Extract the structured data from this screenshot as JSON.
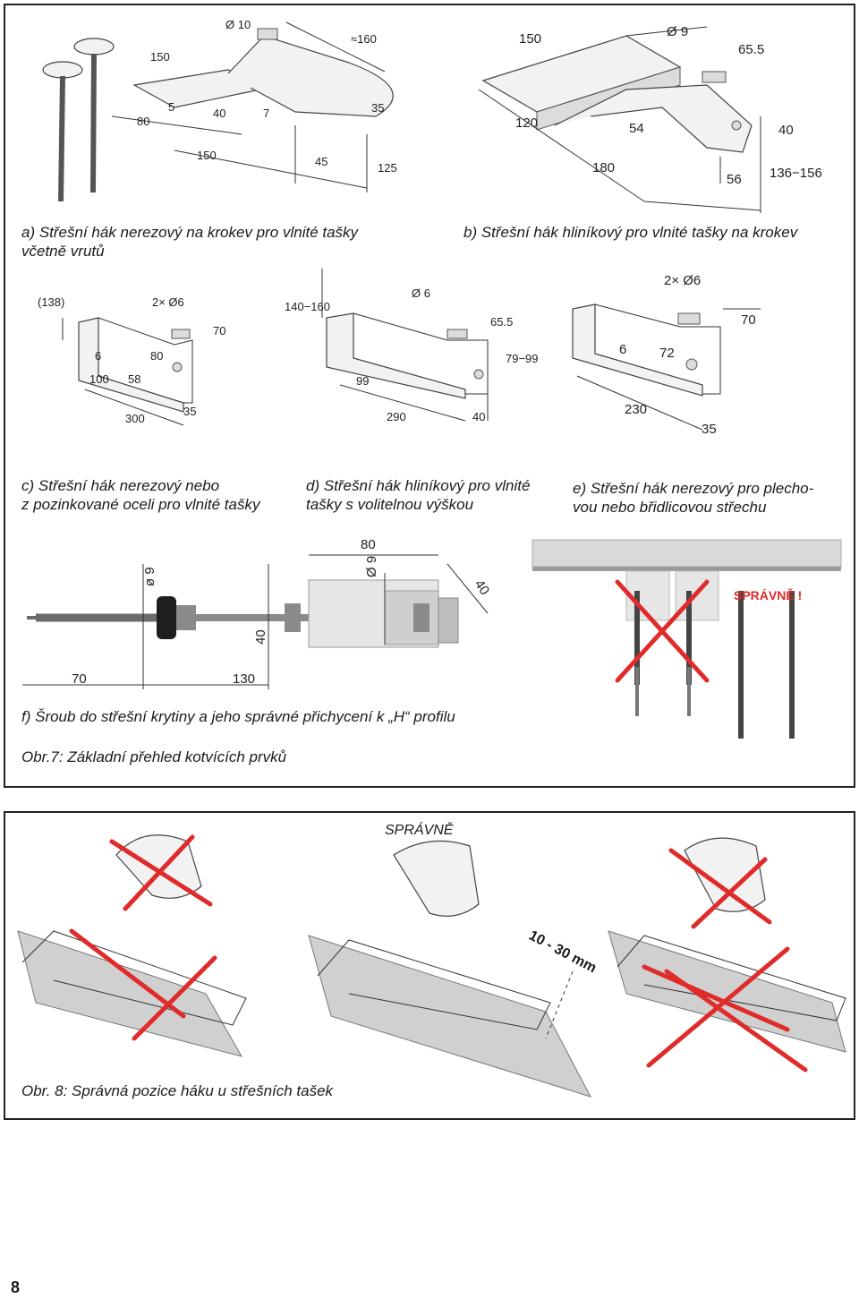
{
  "figure_a": {
    "dims": [
      "Ø 10",
      "≈160",
      "150",
      "80",
      "5",
      "40",
      "7",
      "35",
      "150",
      "45",
      "125"
    ],
    "caption_line1": "a) Střešní hák nerezový na krokev pro vlnité tašky",
    "caption_line2": "včetně vrutů"
  },
  "figure_b": {
    "dims": [
      "150",
      "Ø 9",
      "65.5",
      "120",
      "54",
      "40",
      "180",
      "56",
      "136−156"
    ],
    "caption": "b) Střešní hák hliníkový pro vlnité tašky na krokev"
  },
  "figure_c": {
    "dims": [
      "(138)",
      "2× Ø6",
      "70",
      "6",
      "80",
      "100",
      "58",
      "300",
      "35"
    ],
    "caption_line1": "c) Střešní hák nerezový nebo",
    "caption_line2": "z pozinkované oceli pro vlnité tašky"
  },
  "figure_d": {
    "dims": [
      "140−160",
      "Ø 6",
      "65.5",
      "79−99",
      "99",
      "290",
      "40"
    ],
    "caption_line1": "d) Střešní hák hliníkový pro vlnité",
    "caption_line2": "tašky s volitelnou výškou"
  },
  "figure_e": {
    "dims": [
      "2× Ø6",
      "70",
      "6",
      "72",
      "230",
      "35"
    ],
    "caption_line1": "e) Střešní hák nerezový pro plecho-",
    "caption_line2": "vou nebo břidlicovou střechu"
  },
  "figure_f": {
    "dims": [
      "80",
      "ø 9",
      "Ø 9",
      "40",
      "40",
      "70",
      "130"
    ],
    "correct_label": "SPRÁVNĚ !",
    "caption": "f) Šroub do střešní krytiny a jeho správné přichycení k „H“ profilu"
  },
  "obr7_caption": "Obr.7: Základní přehled kotvících prvků",
  "obr8": {
    "correct_label": "SPRÁVNĚ",
    "gap_label": "10 - 30 mm",
    "caption": "Obr. 8: Správná pozice háku u střešních tašek"
  },
  "page_number": "8",
  "colors": {
    "cross": "#e02b2b",
    "frame": "#222222",
    "metal": "#d9d9d9"
  }
}
